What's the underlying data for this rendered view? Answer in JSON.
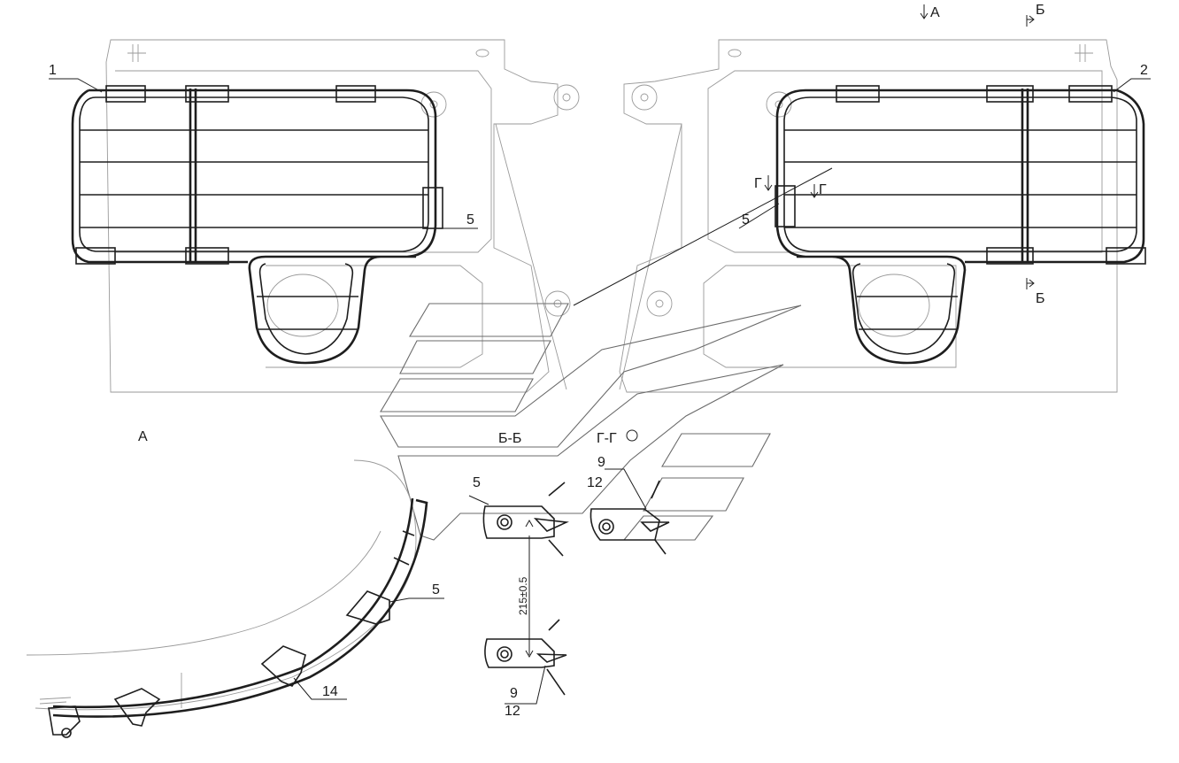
{
  "drawing": {
    "view_marks": {
      "arrow_a": "A",
      "arrow_b_top": "Б",
      "arrow_b_bottom": "Б",
      "arrow_g_left": "Г",
      "arrow_g_right": "Г"
    },
    "section_titles": {
      "view_a": "А",
      "section_bb": "Б-Б",
      "section_gg": "Г-Г"
    },
    "callouts": {
      "pos_1": "1",
      "pos_2": "2",
      "pos_5_left": "5",
      "pos_5_right": "5",
      "pos_5_view_a": "5",
      "pos_5_section": "5",
      "pos_14": "14",
      "pos_9_top": "9",
      "pos_12_top": "12",
      "pos_9_bottom": "9",
      "pos_12_bottom": "12"
    },
    "dimension": "215±0.5"
  }
}
